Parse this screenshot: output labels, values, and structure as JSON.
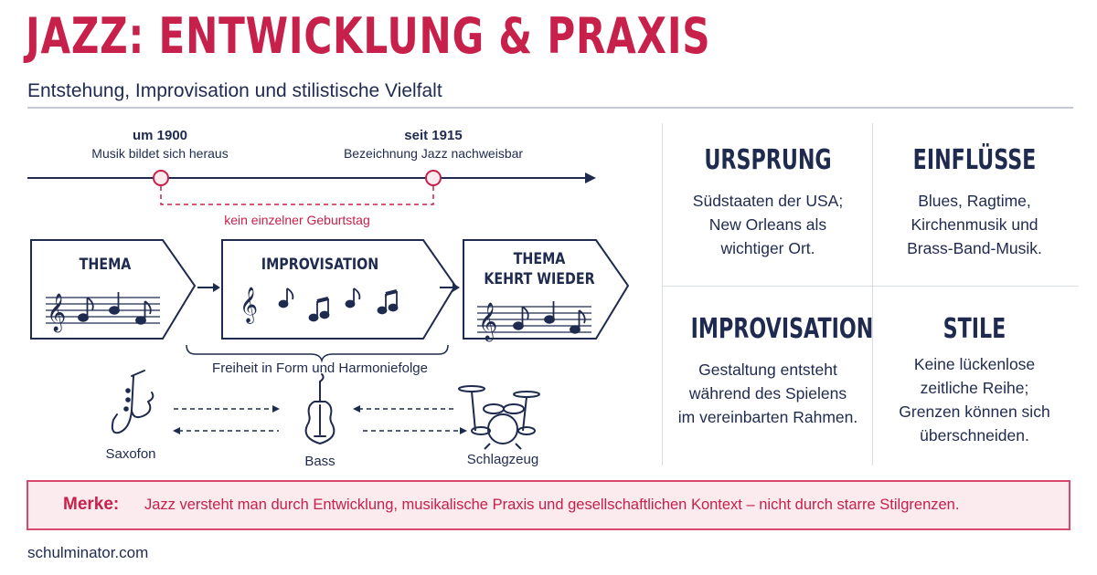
{
  "header": {
    "title": "JAZZ: ENTWICKLUNG & PRAXIS",
    "subtitle": "Entstehung, Improvisation und stilistische Vielfalt"
  },
  "timeline": {
    "events": [
      {
        "date": "um 1900",
        "description": "Musik bildet sich heraus"
      },
      {
        "date": "seit 1915",
        "description": "Bezeichnung Jazz nachweisbar"
      }
    ],
    "note": "kein einzelner Geburtstag"
  },
  "flow": {
    "steps": [
      {
        "label": "THEMA"
      },
      {
        "label": "IMPROVISATION"
      },
      {
        "label_line1": "THEMA",
        "label_line2": "KEHRT WIEDER"
      }
    ],
    "brace_label": "Freiheit in Form und Harmoniefolge"
  },
  "instruments": [
    {
      "label": "Saxofon",
      "icon": "saxophone-icon"
    },
    {
      "label": "Bass",
      "icon": "double-bass-icon"
    },
    {
      "label": "Schlagzeug",
      "icon": "drum-kit-icon"
    }
  ],
  "cards": [
    {
      "title": "URSPRUNG",
      "lines": [
        "Südstaaten der USA;",
        "New Orleans als",
        "wichtiger Ort."
      ]
    },
    {
      "title": "EINFLÜSSE",
      "lines": [
        "Blues, Ragtime,",
        "Kirchenmusik und",
        "Brass-Band-Musik."
      ]
    },
    {
      "title": "IMPROVISATION",
      "lines": [
        "Gestaltung entsteht",
        "während des Spielens",
        "im vereinbarten Rahmen."
      ]
    },
    {
      "title": "STILE",
      "lines": [
        "Keine lückenlose",
        "zeitliche Reihe;",
        "Grenzen können sich",
        "überschneiden."
      ]
    }
  ],
  "merke": {
    "label": "Merke:",
    "text": "Jazz versteht man durch Entwicklung, musikalische Praxis und gesellschaftlichen Kontext – nicht durch starre Stilgrenzen."
  },
  "footer": {
    "source": "schulminator.com"
  },
  "colors": {
    "accent": "#c7204a",
    "navy": "#1f2a4f",
    "merke_bg": "#fbeaee"
  }
}
